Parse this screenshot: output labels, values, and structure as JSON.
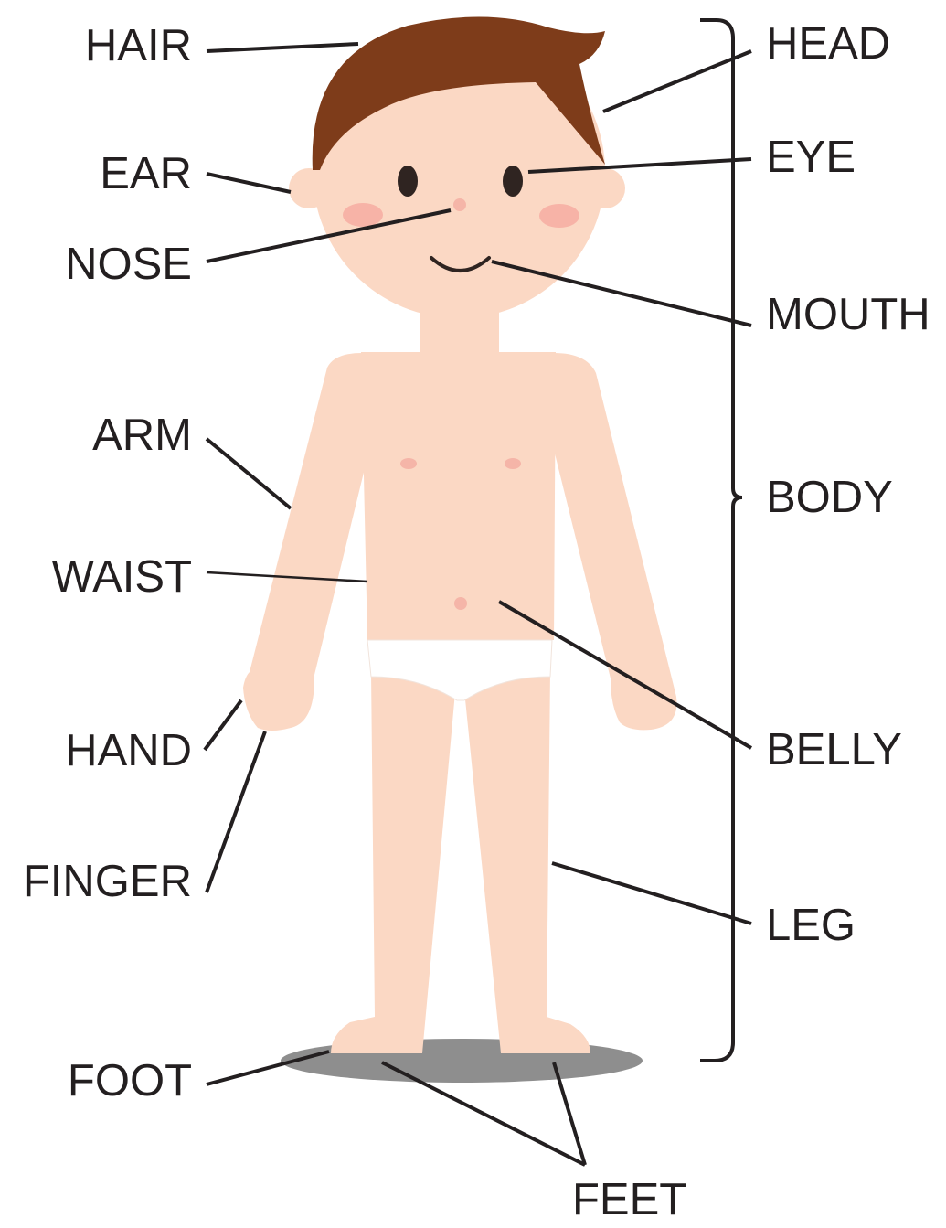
{
  "colors": {
    "skin": "#fbd8c4",
    "skin_shadow": "#f6cbb5",
    "hair": "#7e3c1a",
    "eye": "#2f2421",
    "blush": "#f7b3a7",
    "nipple": "#f5b5a8",
    "underwear": "#ffffff",
    "ground_shadow": "#8e8e8e",
    "line": "#231f20"
  },
  "labels": {
    "hair": "HAIR",
    "ear": "EAR",
    "nose": "NOSE",
    "arm": "ARM",
    "waist": "WAIST",
    "hand": "HAND",
    "finger": "FINGER",
    "foot": "FOOT",
    "head": "HEAD",
    "eye": "EYE",
    "mouth": "MOUTH",
    "body": "BODY",
    "belly": "BELLY",
    "leg": "LEG",
    "feet": "FEET"
  }
}
